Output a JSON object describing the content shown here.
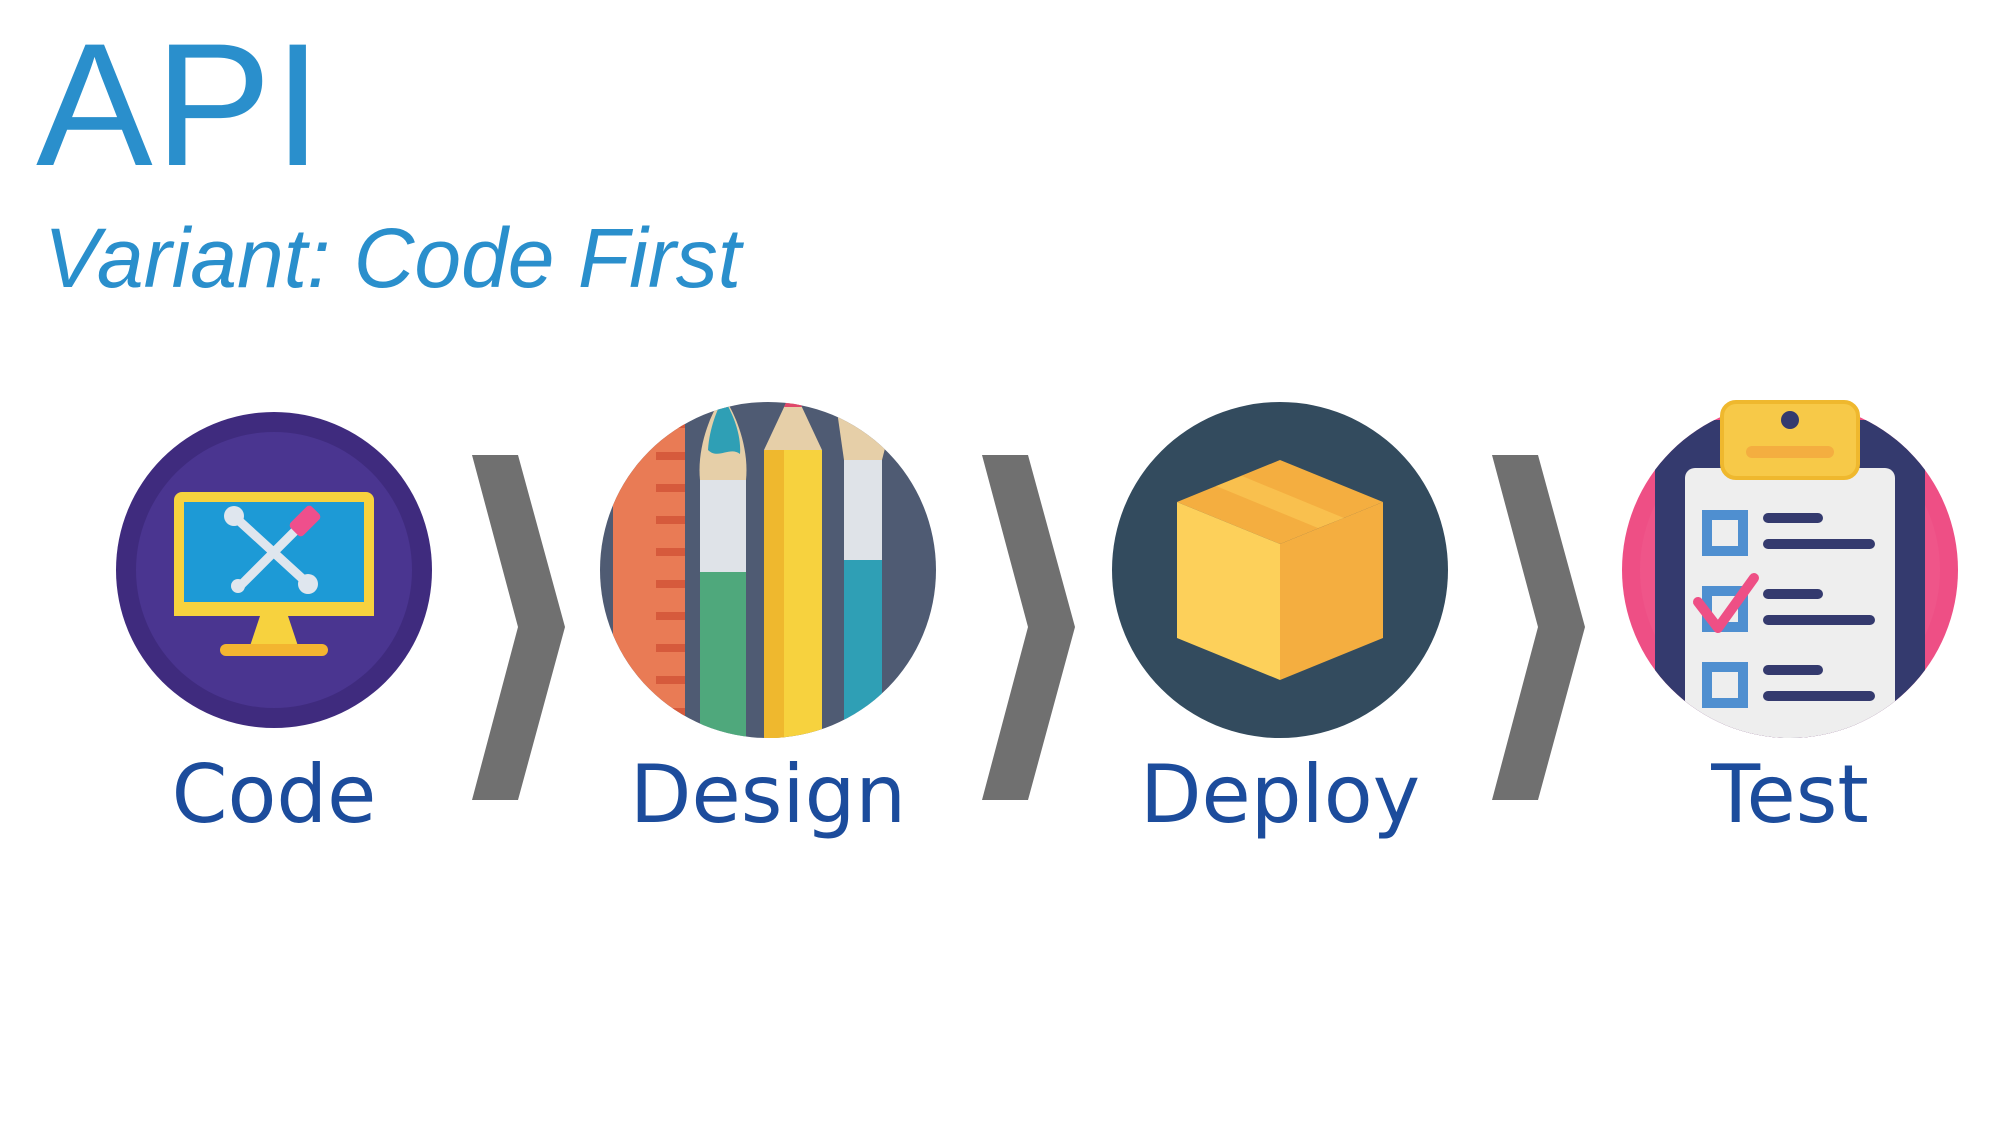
{
  "header": {
    "title": "API",
    "subtitle": "Variant: Code First"
  },
  "steps": [
    {
      "label": "Code",
      "icon": "monitor-tools-icon"
    },
    {
      "label": "Design",
      "icon": "art-supplies-icon"
    },
    {
      "label": "Deploy",
      "icon": "box-icon"
    },
    {
      "label": "Test",
      "icon": "clipboard-checklist-icon"
    }
  ],
  "colors": {
    "title": "#2a8fcc",
    "label": "#1c4c9c",
    "chevron": "#707070"
  }
}
